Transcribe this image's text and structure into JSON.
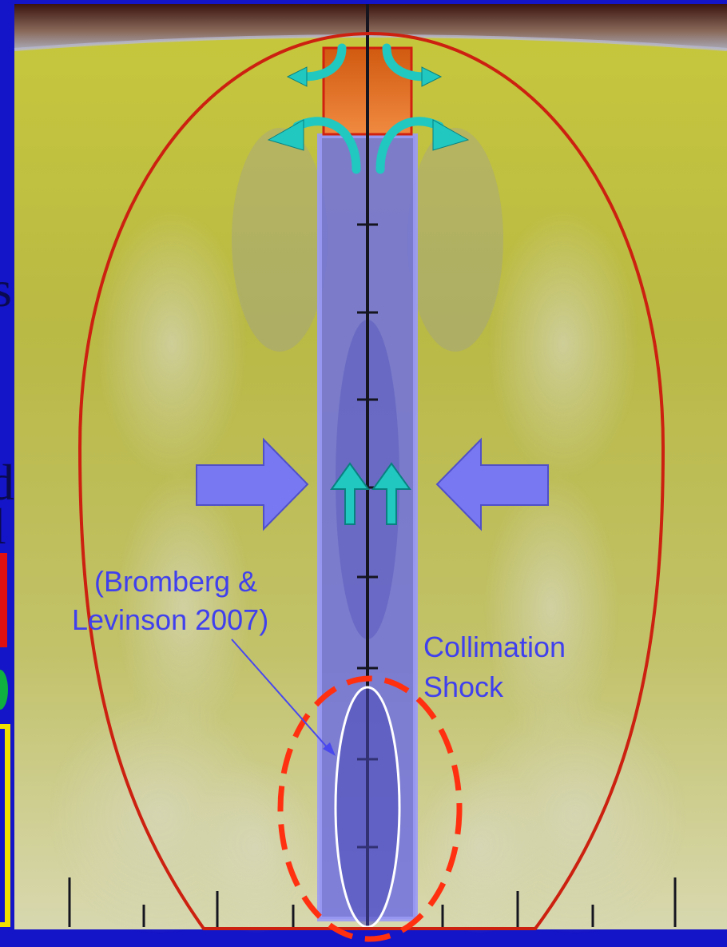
{
  "left_text_fragments": [
    "s",
    "d",
    "l"
  ],
  "annotations": {
    "citation_line1": "(Bromberg &",
    "citation_line2": "Levinson 2007)",
    "shock_line1": "Collimation",
    "shock_line2": "Shock"
  },
  "colors": {
    "slide_background": "#1414c8",
    "cocoon_outline": "#cc2010",
    "collimation_ellipse": "#ff3010",
    "jet_fill": "#6a6ae8",
    "pressure_arrows": "#7878f2",
    "flow_arrows": "#20c8c0",
    "jet_head": "#f07a2a",
    "label_text": "#4040ee"
  },
  "icons": [
    "pressure-arrow-left-icon",
    "pressure-arrow-right-icon",
    "flow-arrow-up-icon",
    "curved-outflow-arrow-icon"
  ]
}
